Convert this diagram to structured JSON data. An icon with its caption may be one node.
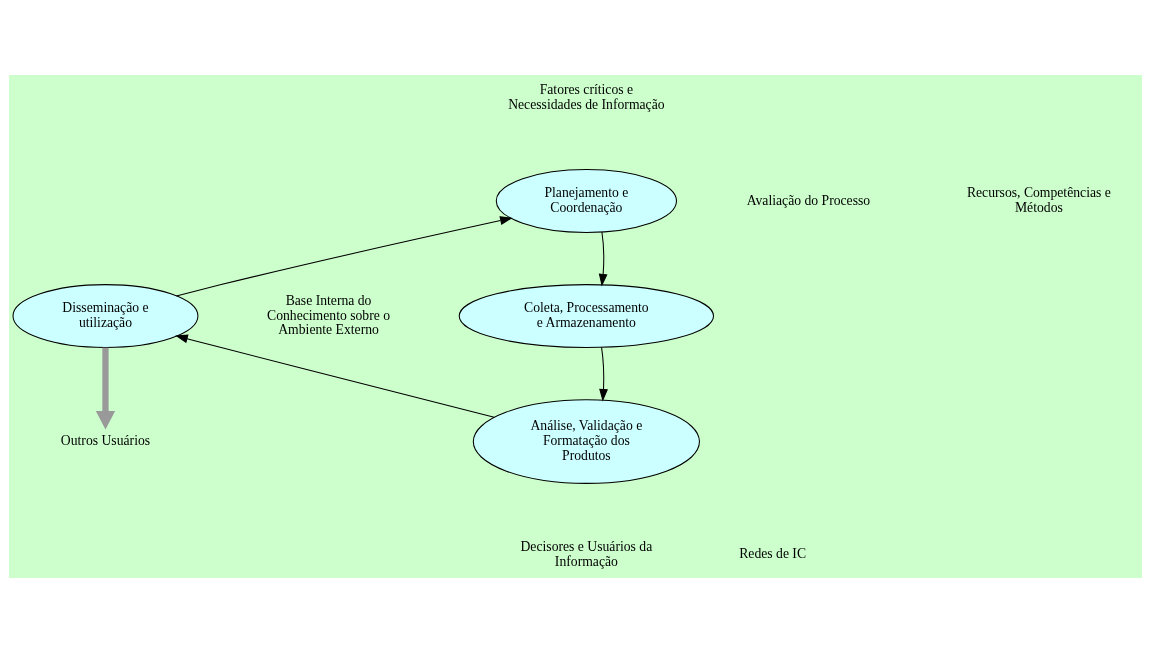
{
  "diagram": {
    "nodes": [
      {
        "text": [
          "Planejamento e Coordenação"
        ]
      },
      {
        "text": [
          "Coleta, Processamento e Armazenamento"
        ]
      },
      {
        "text": [
          "Análise, Validação e Formatação dos Produtos"
        ]
      },
      {
        "text": [
          "Disseminação e utilização"
        ]
      },
      {
        "text": [
          "Outros Usuários"
        ]
      }
    ],
    "edges": [
      {
        "from": 0,
        "to": 1,
        "arrow": "to"
      },
      {
        "from": 1,
        "to": 2,
        "arrow": "to"
      },
      {
        "from": 2,
        "to": 3,
        "arrow": "to"
      },
      {
        "from": 3,
        "to": 0,
        "arrow": "to"
      },
      {
        "from": 3,
        "to": 4,
        "arrow": "to",
        "style": "thick",
        "color": "#999999"
      }
    ],
    "labels": [
      "Fatores críticos e Necessidades de Informação",
      "Avaliação do Processo",
      "Recursos, Competências e Métodos",
      "Base Interna do Conhecimento sobre o Ambiente Externo",
      "Decisores e Usuários da Informação",
      "Redes de IC"
    ]
  }
}
